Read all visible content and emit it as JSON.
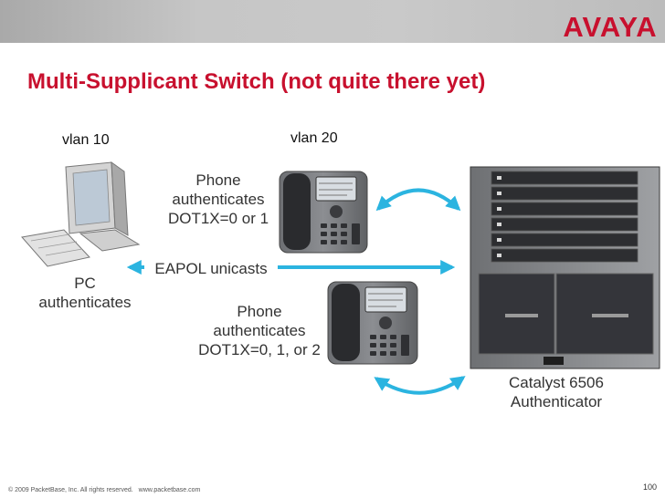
{
  "brand": "AVAYA",
  "title": "Multi-Supplicant Switch (not quite there yet)",
  "vlan_left": "vlan 10",
  "vlan_right": "vlan 20",
  "phone_top": [
    "Phone",
    "authenticates",
    "DOT1X=0 or 1"
  ],
  "phone_bottom": [
    "Phone",
    "authenticates",
    "DOT1X=0, 1, or 2"
  ],
  "pc": [
    "PC",
    "authenticates"
  ],
  "eapol": "EAPOL unicasts",
  "switch": [
    "Catalyst 6506",
    "Authenticator"
  ],
  "footer": {
    "copyright": "© 2009 PacketBase, Inc. All rights reserved.",
    "url": "www.packetbase.com"
  },
  "page_number": "100",
  "colors": {
    "title": "#c8102e",
    "arrow": "#2bb4e0"
  }
}
